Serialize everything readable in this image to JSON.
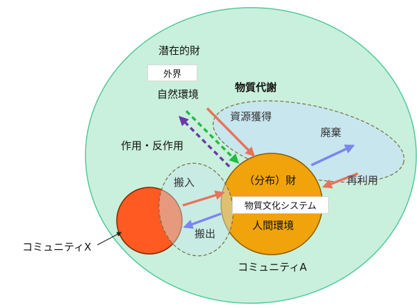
{
  "labels": {
    "latent_wealth": "潜在的財",
    "outer_world": "外界",
    "natural_env": "自然環境",
    "material_metabolism": "物質代謝",
    "resource_acquisition": "資源獲得",
    "disposal": "廃棄",
    "action_reaction": "作用・反作用",
    "carry_in": "搬入",
    "carry_out": "搬出",
    "distributed_goods": "（分布）財",
    "material_culture_system": "物質文化システム",
    "human_env": "人間環境",
    "reuse": "再利用",
    "community_x": "コミュニティX",
    "community_a": "コミュニティA"
  },
  "colors": {
    "big_circle_fill": "#c9f0dc",
    "big_circle_stroke": "#4fc99a",
    "community_a_fill": "#f0a30a",
    "community_a_stroke": "#8a5a00",
    "community_x_fill": "#ff5a22",
    "metabolism_fill": "#c8e6ee",
    "arrow_orange": "#e8735a",
    "arrow_blue": "#7a86f0",
    "arrow_green": "#22bb44",
    "arrow_purple": "#6a3aaa"
  }
}
